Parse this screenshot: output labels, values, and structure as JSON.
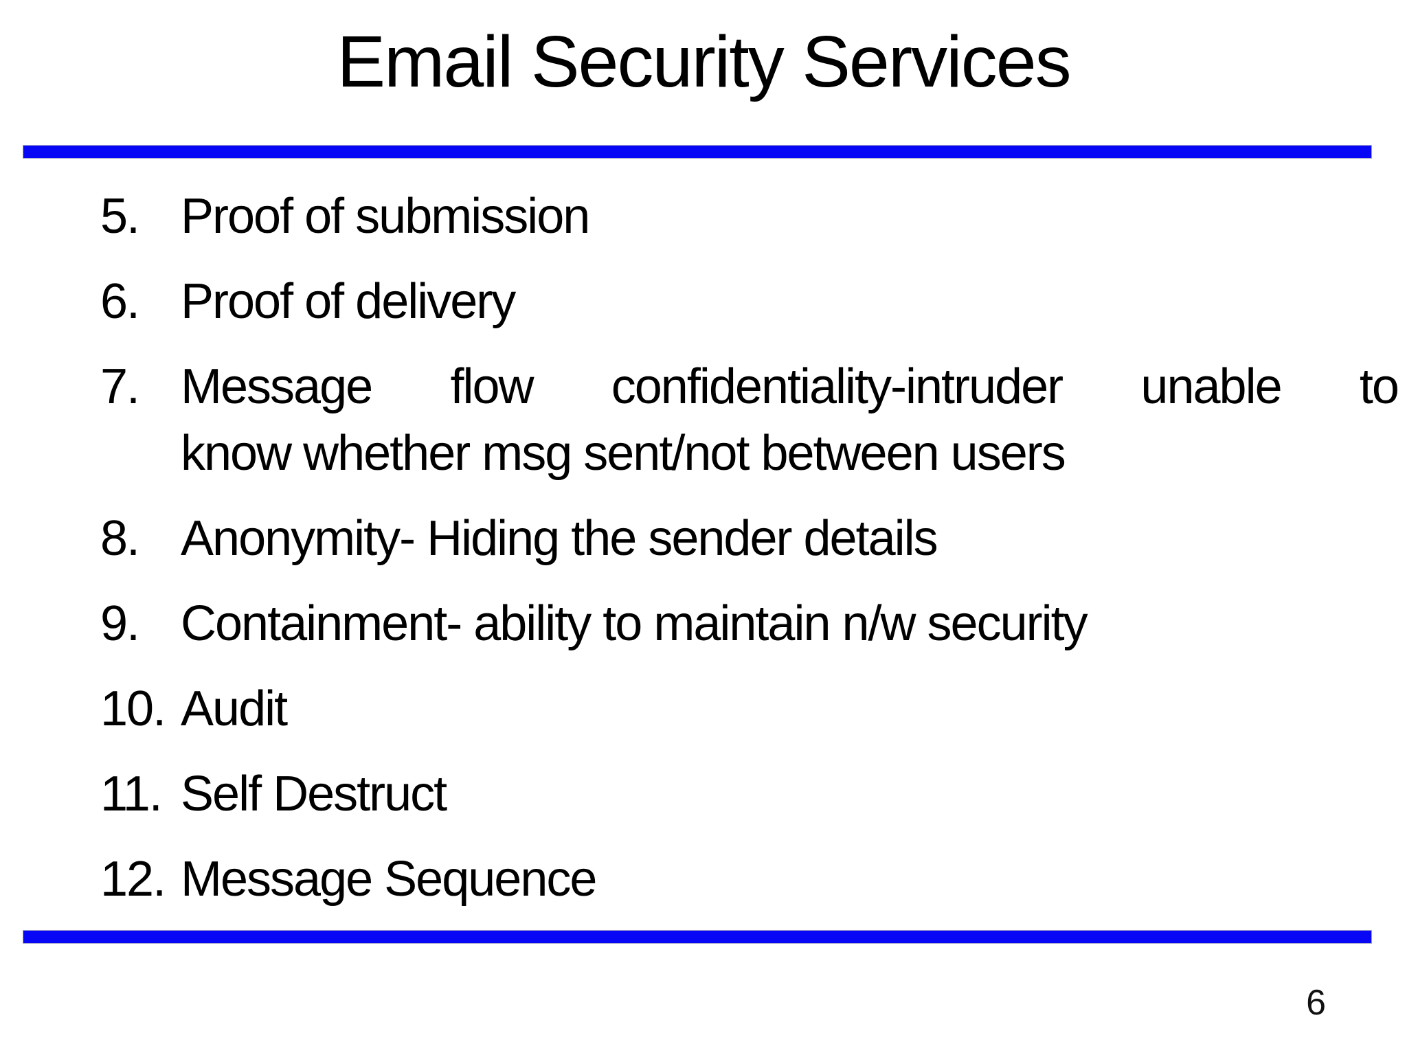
{
  "slide": {
    "title": "Email Security Services",
    "accent_color": "#0707f5",
    "page_number": "6",
    "list": [
      {
        "number": "5.",
        "text": "Proof of submission"
      },
      {
        "number": "6.",
        "text": "Proof of delivery"
      },
      {
        "number": "7.",
        "line1": "Message flow confidentiality-intruder unable to",
        "line2": "know whether msg sent/not between users"
      },
      {
        "number": "8.",
        "text": "Anonymity- Hiding the sender details"
      },
      {
        "number": "9.",
        "text": "Containment- ability to maintain n/w security"
      },
      {
        "number": "10.",
        "text": "Audit"
      },
      {
        "number": "11.",
        "text": "Self Destruct"
      },
      {
        "number": "12.",
        "text": "Message Sequence"
      }
    ]
  }
}
